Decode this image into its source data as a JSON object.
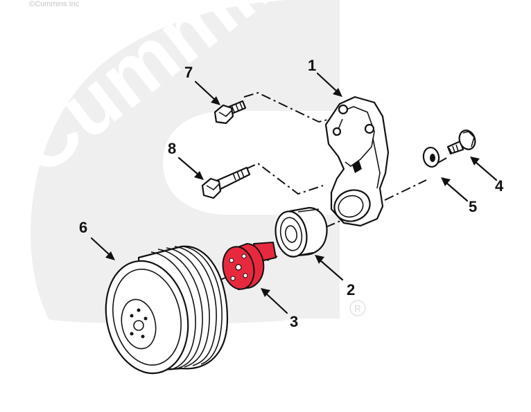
{
  "copyright": "©Cummins Inc",
  "watermark": {
    "brand": "Cummins",
    "registered_mark": "R",
    "color": "#efefef"
  },
  "callouts": [
    "1",
    "2",
    "3",
    "4",
    "5",
    "6",
    "7",
    "8"
  ],
  "colors": {
    "highlight": "#e8293d",
    "line": "#111111"
  }
}
